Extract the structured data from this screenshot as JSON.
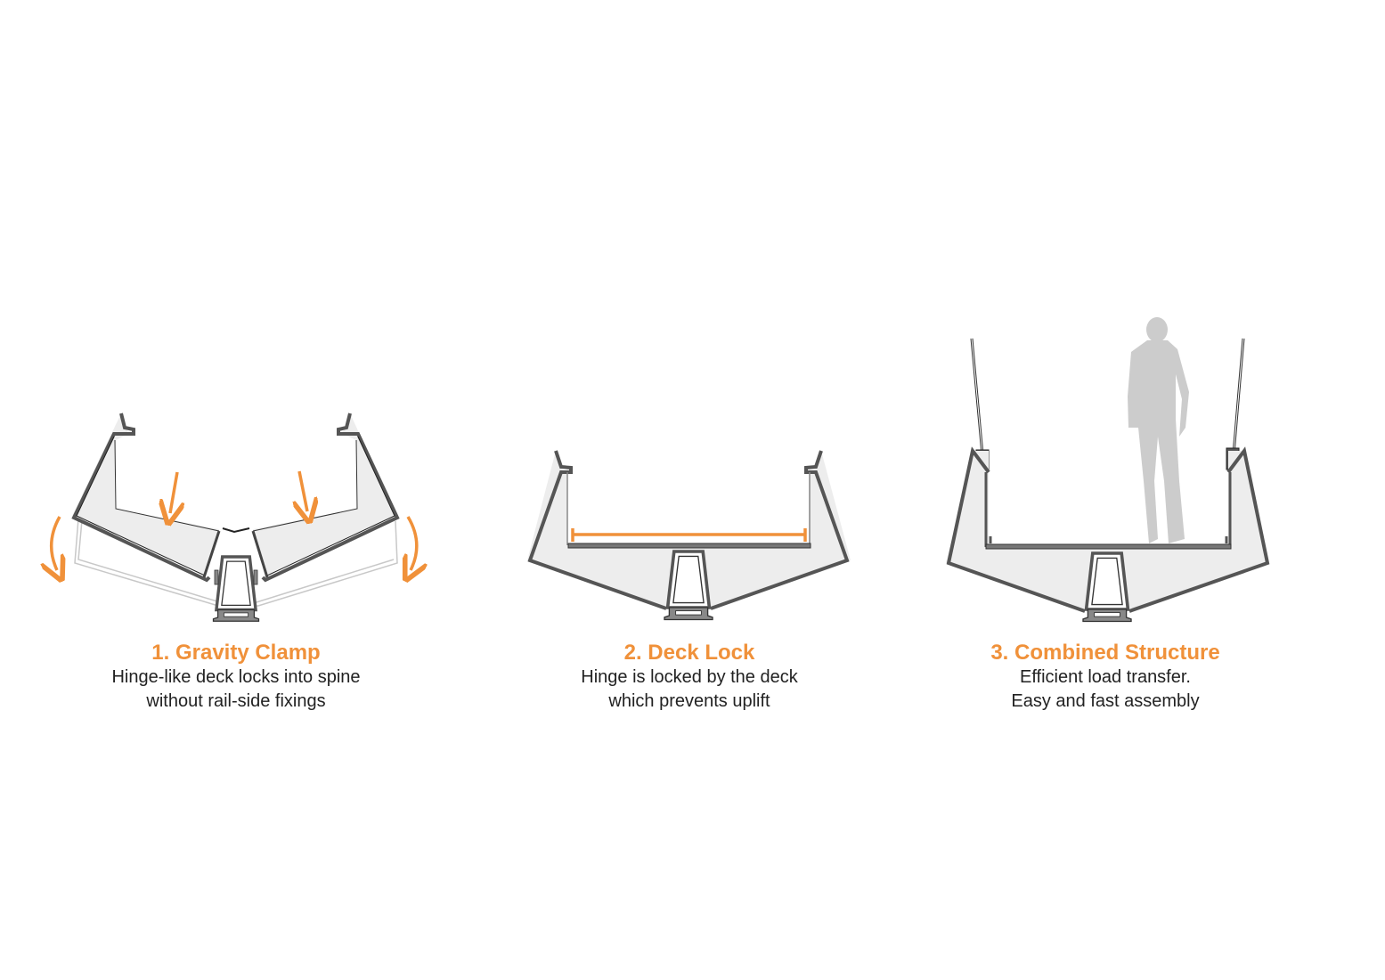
{
  "colors": {
    "accent": "#f0913a",
    "structure_fill": "#ededed",
    "structure_stroke": "#333333",
    "outline_ghost": "#c8c8c8",
    "person": "#cccccc",
    "text": "#222222"
  },
  "panels": [
    {
      "title": "1. Gravity Clamp",
      "lines": [
        "Hinge-like deck locks into spine",
        "without rail-side fixings"
      ],
      "annotations": [
        "down-arrow-left",
        "down-arrow-right",
        "rotate-arrow-left",
        "rotate-arrow-right"
      ]
    },
    {
      "title": "2. Deck Lock",
      "lines": [
        "Hinge is locked by the deck",
        "which prevents uplift"
      ],
      "annotations": [
        "deck-span-bar"
      ]
    },
    {
      "title": "3. Combined Structure",
      "lines": [
        "Efficient load transfer.",
        "Easy and fast assembly"
      ],
      "annotations": [
        "railing-left",
        "railing-right",
        "person-silhouette"
      ]
    }
  ]
}
